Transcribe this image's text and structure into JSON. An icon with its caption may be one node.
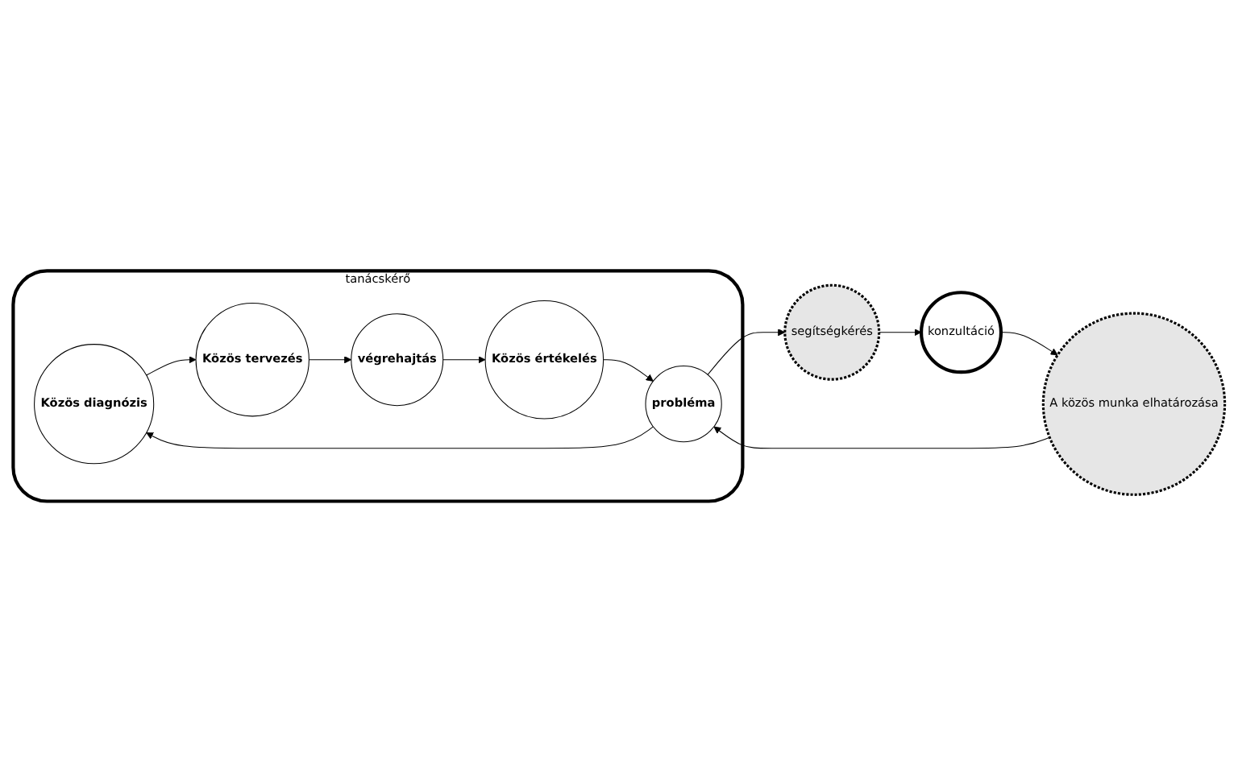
{
  "diagram": {
    "nodes": [
      {
        "text": [
          "tanácskérő"
        ]
      },
      {
        "text": [
          "Közös diagnózis"
        ],
        "in": 0
      },
      {
        "text": [
          "Közös tervezés"
        ],
        "in": 0
      },
      {
        "text": [
          "végrehajtás"
        ],
        "in": 0
      },
      {
        "text": [
          "Közös értékelés"
        ],
        "in": 0
      },
      {
        "text": [
          "probléma"
        ],
        "in": 0
      },
      {
        "text": [
          "segítségkérés"
        ]
      },
      {
        "text": [
          "konzultáció"
        ]
      },
      {
        "text": [
          "A közös munka elhatározása"
        ]
      }
    ],
    "edges": [
      {
        "from": 5,
        "to": 1,
        "arrow": "to"
      },
      {
        "from": 1,
        "to": 2,
        "arrow": "to"
      },
      {
        "from": 2,
        "to": 3,
        "arrow": "to"
      },
      {
        "from": 3,
        "to": 4,
        "arrow": "to"
      },
      {
        "from": 4,
        "to": 5,
        "arrow": "to"
      },
      {
        "from": 5,
        "to": 6,
        "arrow": "to"
      },
      {
        "from": 6,
        "to": 7,
        "arrow": "to"
      },
      {
        "from": 7,
        "to": 8,
        "arrow": "to"
      },
      {
        "from": 8,
        "to": 5,
        "arrow": "to"
      }
    ]
  }
}
